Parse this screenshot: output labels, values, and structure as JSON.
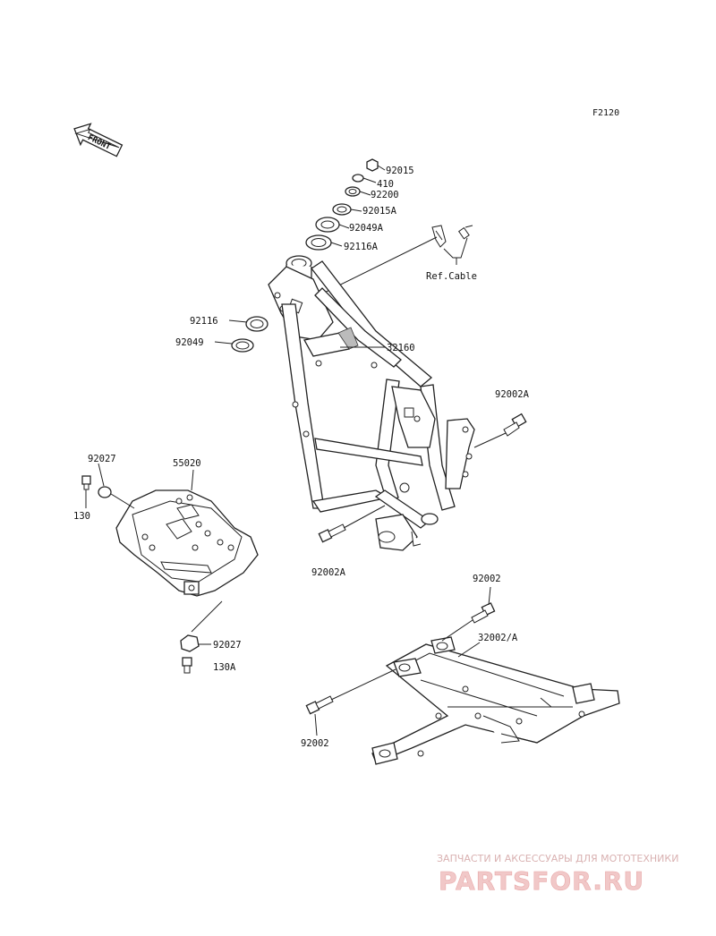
{
  "diagram_id": "F2120",
  "front_arrow_text": "FRONT",
  "labels": {
    "p92015": "92015",
    "p410": "410",
    "p92200": "92200",
    "p92015A": "92015A",
    "p92049A": "92049A",
    "p92116A": "92116A",
    "ref_cable": "Ref.Cable",
    "p92116": "92116",
    "p92049": "92049",
    "p32160": "32160",
    "p92002A_top": "92002A",
    "p92027_top": "92027",
    "p55020": "55020",
    "p130": "130",
    "p92002A_bottom": "92002A",
    "p92002_top": "92002",
    "p32002A": "32002/A",
    "p92027_bottom": "92027",
    "p130A": "130A",
    "p92002_bottom": "92002"
  },
  "watermark": {
    "top_text": "ЗАПЧАСТИ И АКСЕССУАРЫ ДЛЯ МОТОТЕХНИКИ",
    "logo_text": "PARTSFOR.RU"
  }
}
